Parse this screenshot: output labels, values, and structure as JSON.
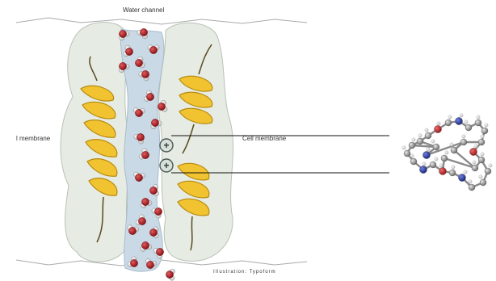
{
  "labels": {
    "top": "Water channel",
    "left": "l membrane",
    "right": "Cell membrane",
    "credit": "Illustration: Typoform"
  },
  "colors": {
    "channel_fill": "#e6ebe3",
    "channel_stroke": "#b9c2b6",
    "inner_channel": "#c9d9e6",
    "helix": "#f2c330",
    "helix_dark": "#b68a10",
    "oxygen": "#b81f24",
    "hydrogen": "#ffffff",
    "ion_fill": "#d7e0da",
    "ion_stroke": "#4b5a55",
    "carbon": "#9a9a9a",
    "nitrogen": "#2b3fa8"
  },
  "ions": [
    "+",
    "+"
  ],
  "icons": {
    "water": "water-molecule-icon",
    "ion": "positive-ion-icon",
    "helix": "alpha-helix-icon",
    "model": "ball-and-stick-molecule-icon"
  }
}
